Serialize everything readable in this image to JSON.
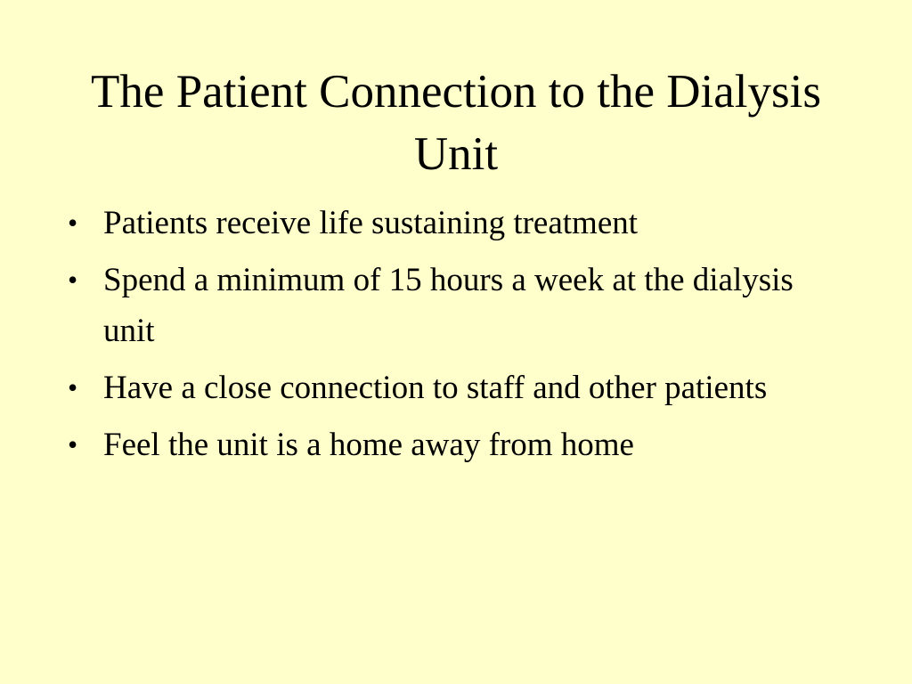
{
  "slide": {
    "title": "The Patient Connection to the Dialysis Unit",
    "bullet_symbol": "•",
    "bullets": [
      "Patients receive life sustaining treatment",
      "Spend a minimum of 15 hours a week at the dialysis unit",
      "Have a close connection to staff and other patients",
      "Feel the unit is a home away from home"
    ]
  },
  "colors": {
    "background": "#FFFFCC",
    "text": "#000000"
  }
}
